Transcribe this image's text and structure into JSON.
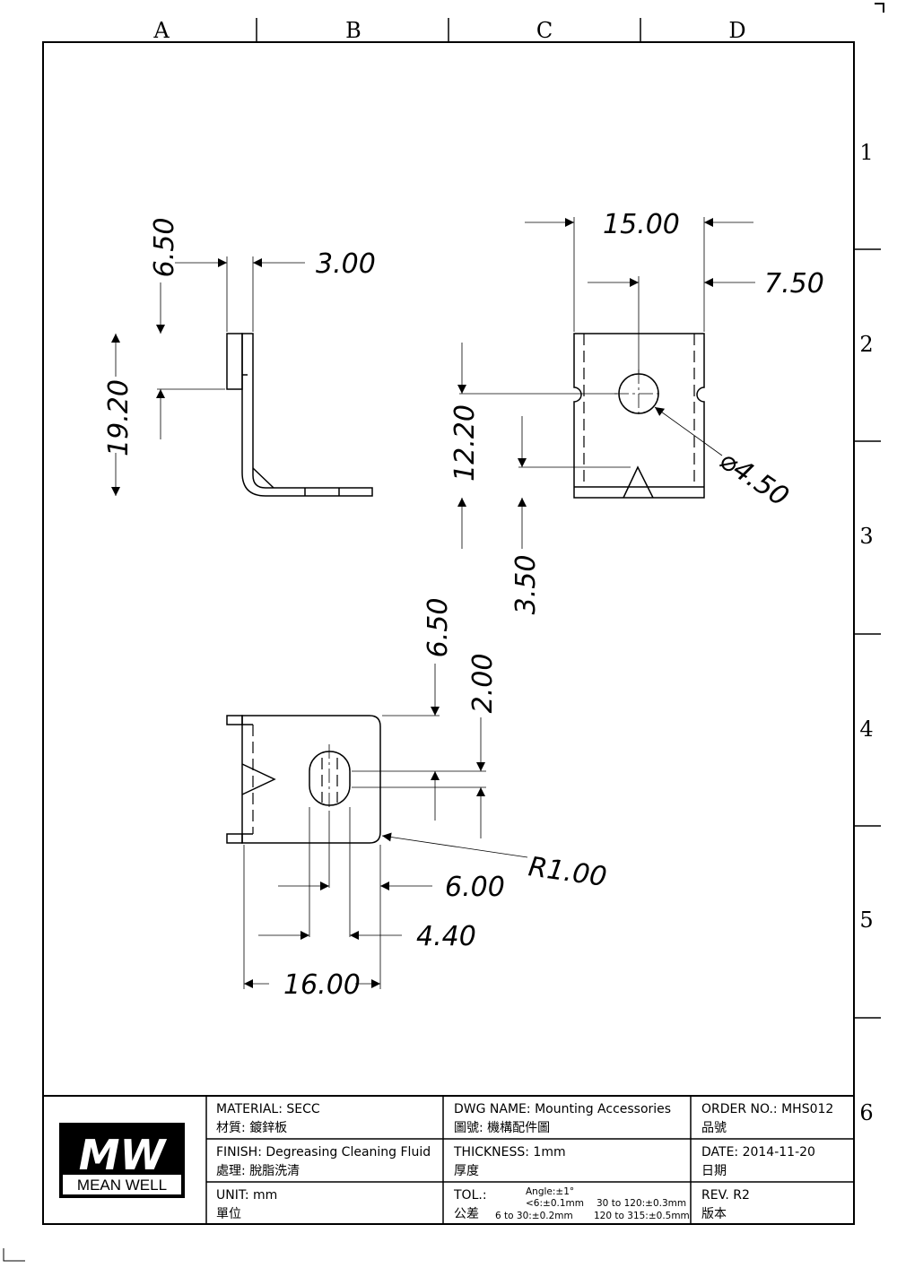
{
  "zones": {
    "columns": [
      "A",
      "B",
      "C",
      "D"
    ],
    "rows": [
      "1",
      "2",
      "3",
      "4",
      "5",
      "6"
    ]
  },
  "dimensions": {
    "side_top_gap": "6.50",
    "side_thickness": "3.00",
    "side_height": "19.20",
    "front_width": "15.00",
    "front_hole_offset": "7.50",
    "front_hole_height": "12.20",
    "front_bottom_offset": "3.50",
    "front_hole_diameter": "⌀4.50",
    "bottom_top_offset": "6.50",
    "bottom_slot_length": "2.00",
    "bottom_corner_radius": "R1.00",
    "bottom_slot_offset": "6.00",
    "bottom_slot_width": "4.40",
    "bottom_width": "16.00"
  },
  "title_block": {
    "logo_text": "MEAN WELL",
    "logo_mark": "MW",
    "material_en": "MATERIAL: SECC",
    "material_zh": "材質: 鍍鋅板",
    "finish_en": "FINISH: Degreasing Cleaning Fluid",
    "finish_zh": "處理: 脫脂洗清",
    "unit_en": "UNIT: mm",
    "unit_zh": "單位",
    "dwg_name_en": "DWG NAME: Mounting Accessories",
    "dwg_name_zh": "圖號: 機構配件圖",
    "thickness_en": "THICKNESS: 1mm",
    "thickness_zh": "厚度",
    "tol_en": "TOL.:",
    "tol_zh": "公差",
    "tol_angle": "Angle:±1°",
    "tol_lt6": "<6:±0.1mm",
    "tol_6_30": "6 to  30:±0.2mm",
    "tol_30_120": "30 to 120:±0.3mm",
    "tol_120_315": "120 to 315:±0.5mm",
    "order_no_en": "ORDER NO.: MHS012",
    "order_no_zh": "品號",
    "date_en": "DATE: 2014-11-20",
    "date_zh": "日期",
    "rev_en": "REV. R2",
    "rev_zh": "版本"
  }
}
